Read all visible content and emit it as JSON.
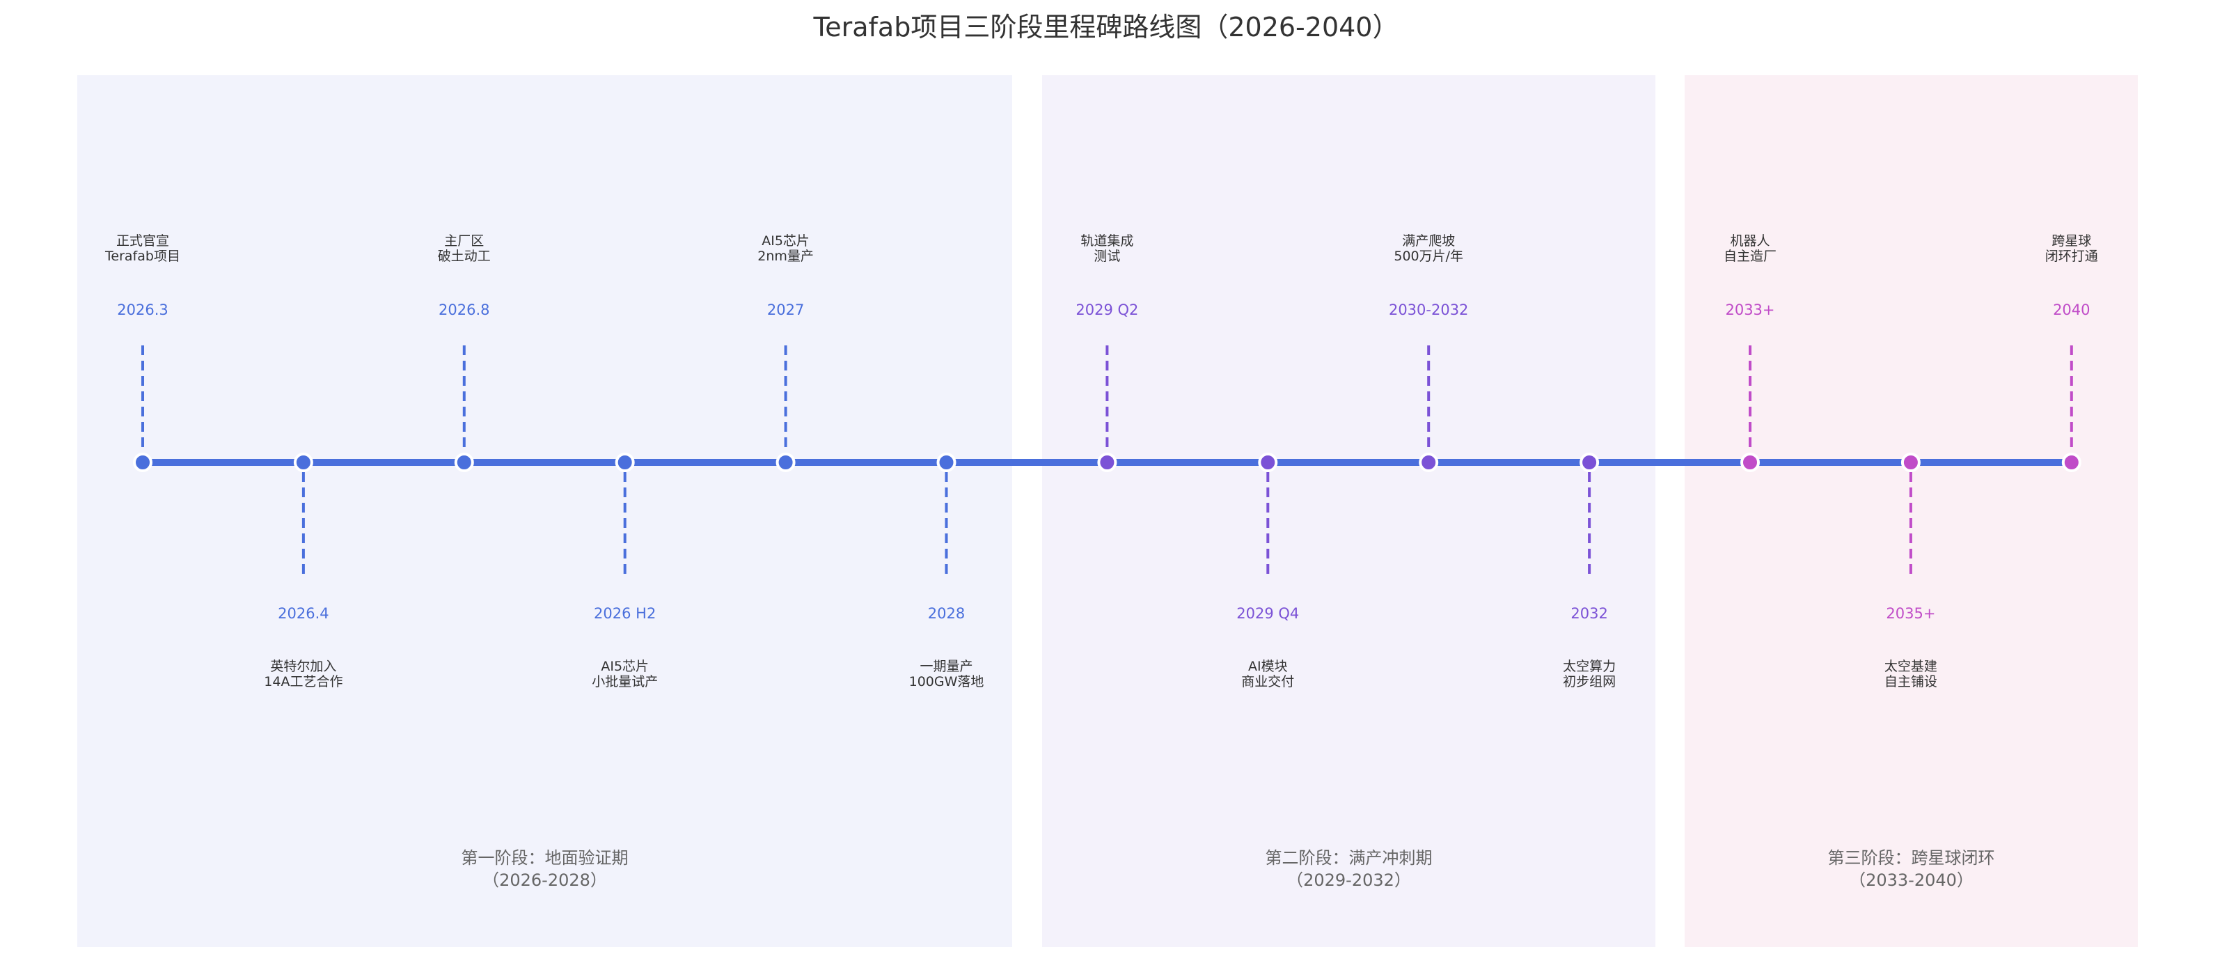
{
  "title": "Terafab项目三阶段里程碑路线图（2026-2040）",
  "colors": {
    "line": "#4A6FDC",
    "phase1": "#4A6FDC",
    "phase2": "#7B52D6",
    "phase3": "#C04CC8",
    "phase1_bg": "#F2F3FC",
    "phase2_bg": "#F4F2FB",
    "phase3_bg": "#FBF0F5"
  },
  "chart_data": {
    "type": "timeline",
    "title": "Terafab项目三阶段里程碑路线图（2026-2040）",
    "phases": [
      {
        "name": "第一阶段：地面验证期",
        "range": "（2026-2028）",
        "color": "#4A6FDC",
        "bg": "#F2F3FC"
      },
      {
        "name": "第二阶段：满产冲刺期",
        "range": "（2029-2032）",
        "color": "#7B52D6",
        "bg": "#F4F2FB"
      },
      {
        "name": "第三阶段：跨星球闭环",
        "range": "（2033-2040）",
        "color": "#C04CC8",
        "bg": "#FBF0F5"
      }
    ],
    "milestones": [
      {
        "date": "2026.3",
        "lines": [
          "正式官宣",
          "Terafab项目"
        ],
        "side": "above",
        "phase": 0
      },
      {
        "date": "2026.4",
        "lines": [
          "英特尔加入",
          "14A工艺合作"
        ],
        "side": "below",
        "phase": 0
      },
      {
        "date": "2026.8",
        "lines": [
          "主厂区",
          "破土动工"
        ],
        "side": "above",
        "phase": 0
      },
      {
        "date": "2026 H2",
        "lines": [
          "AI5芯片",
          "小批量试产"
        ],
        "side": "below",
        "phase": 0
      },
      {
        "date": "2027",
        "lines": [
          "AI5芯片",
          "2nm量产"
        ],
        "side": "above",
        "phase": 0
      },
      {
        "date": "2028",
        "lines": [
          "一期量产",
          "100GW落地"
        ],
        "side": "below",
        "phase": 0
      },
      {
        "date": "2029 Q2",
        "lines": [
          "轨道集成",
          "测试"
        ],
        "side": "above",
        "phase": 1
      },
      {
        "date": "2029 Q4",
        "lines": [
          "AI模块",
          "商业交付"
        ],
        "side": "below",
        "phase": 1
      },
      {
        "date": "2030-2032",
        "lines": [
          "满产爬坡",
          "500万片/年"
        ],
        "side": "above",
        "phase": 1
      },
      {
        "date": "2032",
        "lines": [
          "太空算力",
          "初步组网"
        ],
        "side": "below",
        "phase": 1
      },
      {
        "date": "2033+",
        "lines": [
          "机器人",
          "自主造厂"
        ],
        "side": "above",
        "phase": 2
      },
      {
        "date": "2035+",
        "lines": [
          "太空基建",
          "自主铺设"
        ],
        "side": "below",
        "phase": 2
      },
      {
        "date": "2040",
        "lines": [
          "跨星球",
          "闭环打通"
        ],
        "side": "above",
        "phase": 2
      }
    ]
  }
}
